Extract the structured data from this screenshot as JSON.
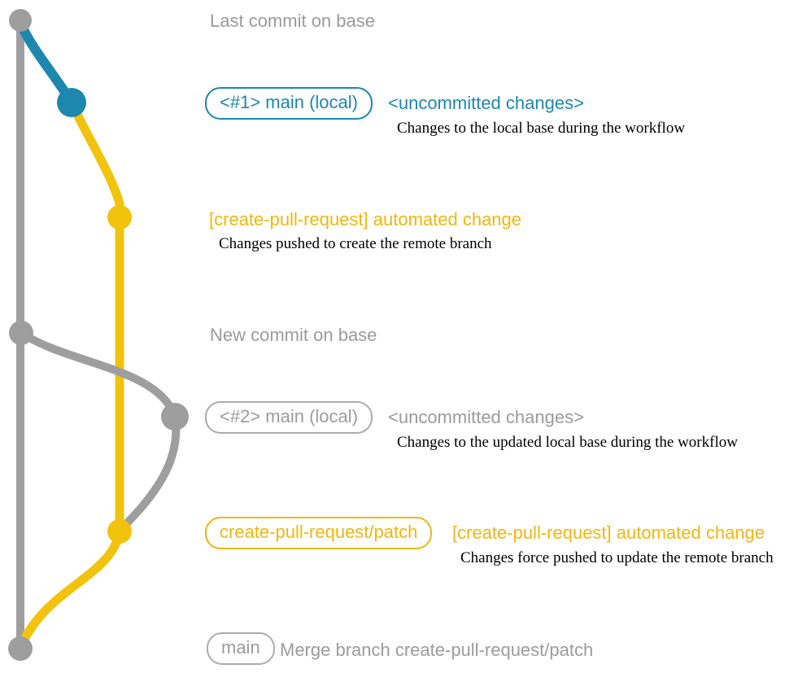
{
  "colors": {
    "gray_line": "#9E9E9E",
    "gray_text": "#9B9B9B",
    "blue": "#1E87AE",
    "yellow_line": "#F2C30D",
    "yellow_text": "#EFB70E",
    "description_text": "#000000",
    "background": "#FFFFFF"
  },
  "graph": {
    "nodes": [
      "last-commit-on-base",
      "local-main-commit-1",
      "patch-branch-commit-1",
      "new-commit-on-base",
      "local-main-commit-2",
      "patch-branch-commit-2",
      "merge-commit"
    ]
  },
  "sections": {
    "last_commit": {
      "label": "Last commit on base"
    },
    "commit_1": {
      "branch_tag": "<#1> main (local)",
      "message": "<uncommitted changes>",
      "description": "Changes to the local base during the workflow"
    },
    "commit_2": {
      "message": "[create-pull-request] automated change",
      "description": "Changes pushed to create the remote branch"
    },
    "new_commit": {
      "label": "New commit on base"
    },
    "commit_3": {
      "branch_tag": "<#2> main (local)",
      "message": "<uncommitted changes>",
      "description": "Changes to the updated local base during the workflow"
    },
    "commit_4": {
      "branch_tag": "create-pull-request/patch",
      "message": "[create-pull-request] automated change",
      "description": "Changes force pushed to update the remote branch"
    },
    "merge_commit": {
      "branch_tag": "main",
      "message": "Merge branch create-pull-request/patch"
    }
  }
}
